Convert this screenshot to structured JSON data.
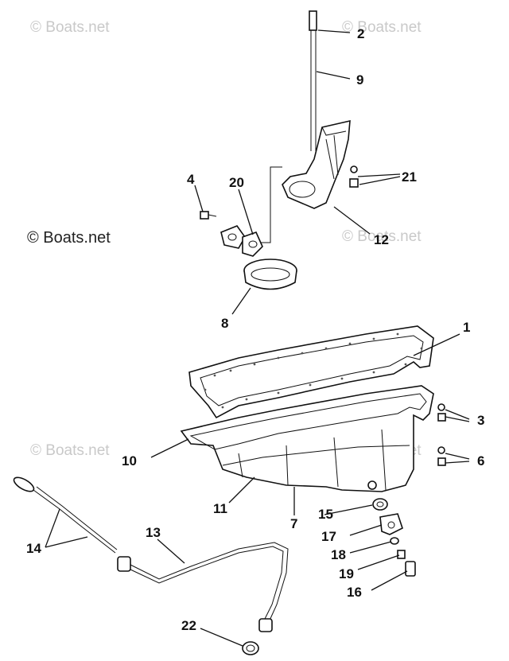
{
  "watermark": {
    "text": "© Boats.net",
    "main_text": "© Boats.net"
  },
  "callouts": [
    {
      "id": "c1",
      "label": "1"
    },
    {
      "id": "c2",
      "label": "2"
    },
    {
      "id": "c3",
      "label": "3"
    },
    {
      "id": "c4",
      "label": "4"
    },
    {
      "id": "c6",
      "label": "6"
    },
    {
      "id": "c7",
      "label": "7"
    },
    {
      "id": "c8",
      "label": "8"
    },
    {
      "id": "c9",
      "label": "9"
    },
    {
      "id": "c10",
      "label": "10"
    },
    {
      "id": "c11",
      "label": "11"
    },
    {
      "id": "c12",
      "label": "12"
    },
    {
      "id": "c13",
      "label": "13"
    },
    {
      "id": "c14",
      "label": "14"
    },
    {
      "id": "c15",
      "label": "15"
    },
    {
      "id": "c16",
      "label": "16"
    },
    {
      "id": "c17",
      "label": "17"
    },
    {
      "id": "c18",
      "label": "18"
    },
    {
      "id": "c19",
      "label": "19"
    },
    {
      "id": "c20",
      "label": "20"
    },
    {
      "id": "c21",
      "label": "21"
    },
    {
      "id": "c22",
      "label": "22"
    }
  ]
}
